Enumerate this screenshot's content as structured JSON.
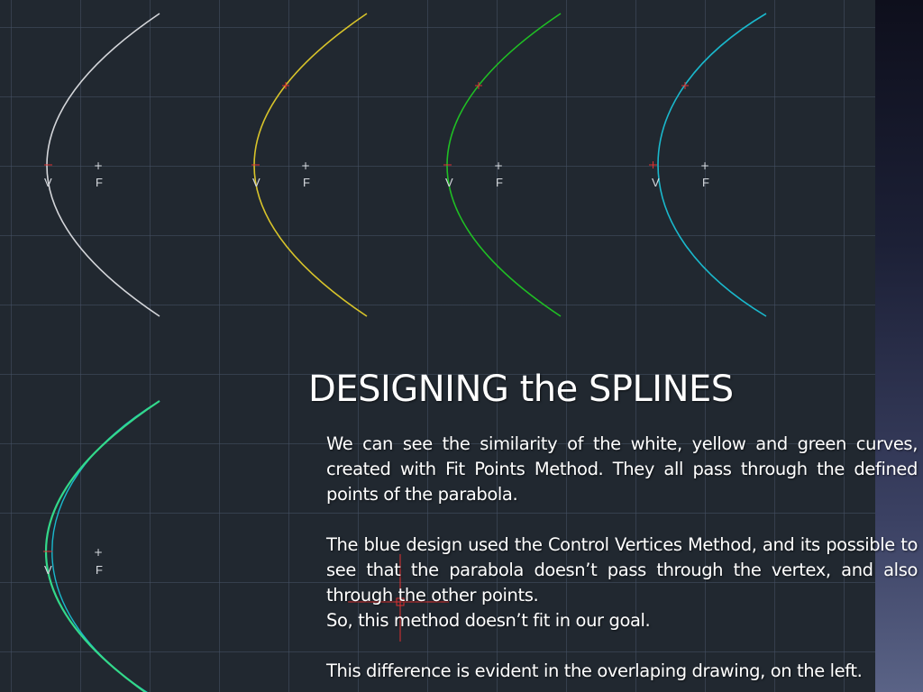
{
  "slide": {
    "title": "DESIGNING the SPLINES",
    "paragraphs": [
      "We can see the similarity of the white, yellow and green curves, created with Fit Points Method. They all pass through the defined points of the parabola.",
      "The blue design used the Control Vertices Method, and its possible to see that the parabola doesn’t pass through the vertex, and also through the other points.",
      "So, this method doesn’t fit in our goal.",
      "This difference is evident in the overlaping drawing, on the left."
    ]
  },
  "drawing": {
    "vertex_label": "V",
    "focus_label": "F",
    "focus_marker": "+",
    "colors": {
      "white_curve": "#d4d6da",
      "yellow_curve": "#d8c42a",
      "green_curve": "#1fbf24",
      "blue_curve": "#1ab8cc",
      "overlap_curve": "#33d98a",
      "marker": "#e03030"
    }
  }
}
